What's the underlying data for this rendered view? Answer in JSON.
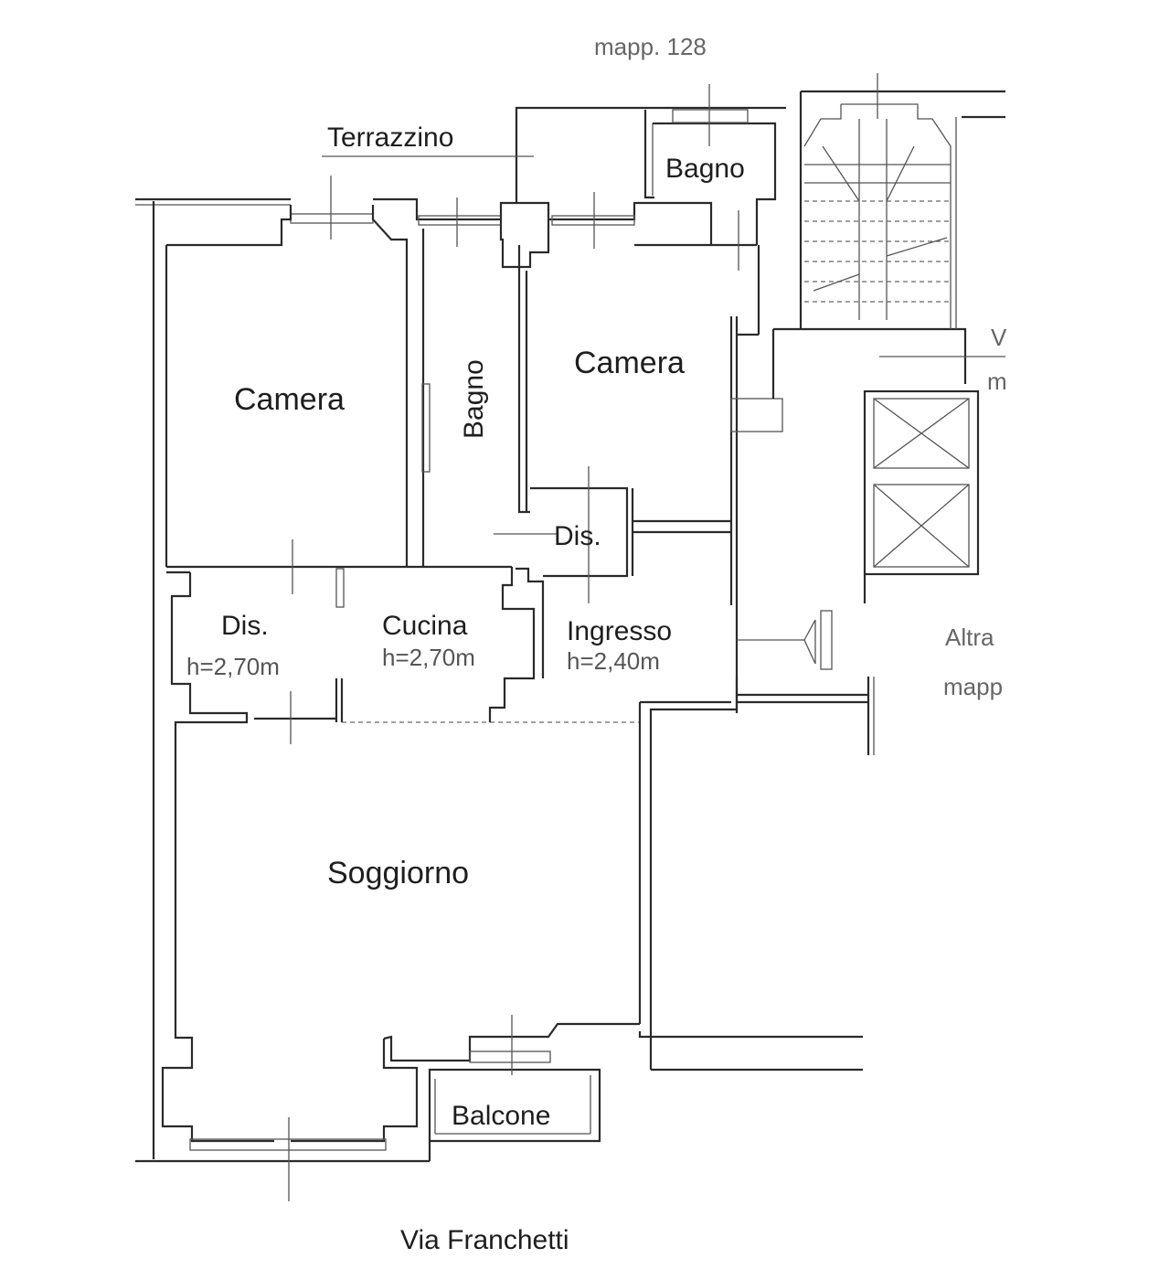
{
  "labels": {
    "mapp_top": "mapp. 128",
    "terrazzino": "Terrazzino",
    "bagno_top": "Bagno",
    "camera_left": "Camera",
    "bagno_mid": "Bagno",
    "camera_right": "Camera",
    "dis_small": "Dis.",
    "dis_left": "Dis.",
    "dis_left_h": "h=2,70m",
    "cucina": "Cucina",
    "cucina_h": "h=2,70m",
    "ingresso": "Ingresso",
    "ingresso_h": "h=2,40m",
    "soggiorno": "Soggiorno",
    "balcone": "Balcone",
    "street": "Via Franchetti",
    "altra": "Altra",
    "mapp_right": "mapp",
    "v_right": "V",
    "m_right": "m"
  }
}
